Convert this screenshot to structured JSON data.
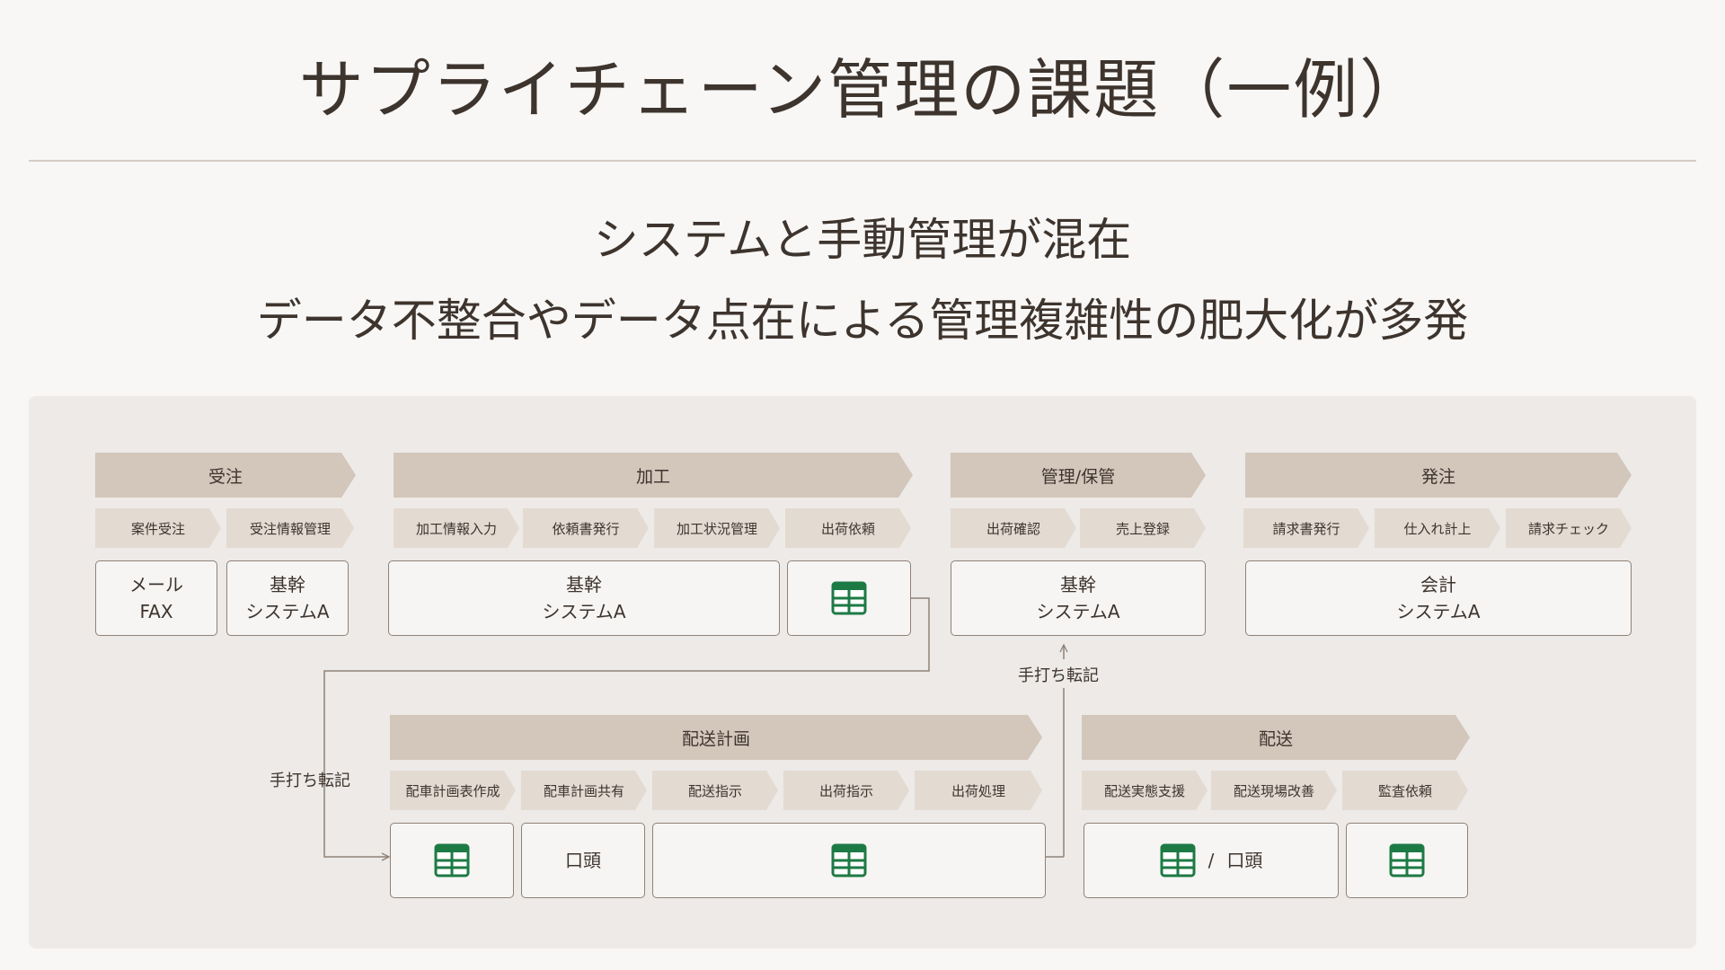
{
  "title": "サプライチェーン管理の課題（一例）",
  "subtitle": {
    "line1": "システムと手動管理が混在",
    "line2": "データ不整合やデータ点在による管理複雑性の肥大化が多発"
  },
  "icon_color": "#1d7a45",
  "phases": [
    {
      "label": "受注"
    },
    {
      "label": "加工"
    },
    {
      "label": "管理/保管"
    },
    {
      "label": "発注"
    },
    {
      "label": "配送計画"
    },
    {
      "label": "配送"
    }
  ],
  "tasks": [
    {
      "label": "案件受注"
    },
    {
      "label": "受注情報管理"
    },
    {
      "label": "加工情報入力"
    },
    {
      "label": "依頼書発行"
    },
    {
      "label": "加工状況管理"
    },
    {
      "label": "出荷依頼"
    },
    {
      "label": "出荷確認"
    },
    {
      "label": "売上登録"
    },
    {
      "label": "請求書発行"
    },
    {
      "label": "仕入れ計上"
    },
    {
      "label": "請求チェック"
    },
    {
      "label": "配車計画表作成"
    },
    {
      "label": "配車計画共有"
    },
    {
      "label": "配送指示"
    },
    {
      "label": "出荷指示"
    },
    {
      "label": "出荷処理"
    },
    {
      "label": "配送実態支援"
    },
    {
      "label": "配送現場改善"
    },
    {
      "label": "監査依頼"
    }
  ],
  "systems": {
    "mail_fax": {
      "line1": "メール",
      "line2": "FAX"
    },
    "core_a_1": {
      "line1": "基幹",
      "line2": "システムA"
    },
    "core_a_2": {
      "line1": "基幹",
      "line2": "システムA"
    },
    "spreadsheet_1": {
      "icon": "spreadsheet-icon"
    },
    "core_a_3": {
      "line1": "基幹",
      "line2": "システムA"
    },
    "accounting_a": {
      "line1": "会計",
      "line2": "システムA"
    },
    "spreadsheet_2": {
      "icon": "spreadsheet-icon"
    },
    "verbal": {
      "label": "口頭"
    },
    "spreadsheet_3": {
      "icon": "spreadsheet-icon"
    },
    "spreadsheet_verbal": {
      "icon": "spreadsheet-icon",
      "separator": "/",
      "label": "口頭"
    },
    "spreadsheet_5": {
      "icon": "spreadsheet-icon"
    }
  },
  "notes": {
    "manual_transcription_1": "手打ち転記",
    "manual_transcription_2": "手打ち転記"
  }
}
